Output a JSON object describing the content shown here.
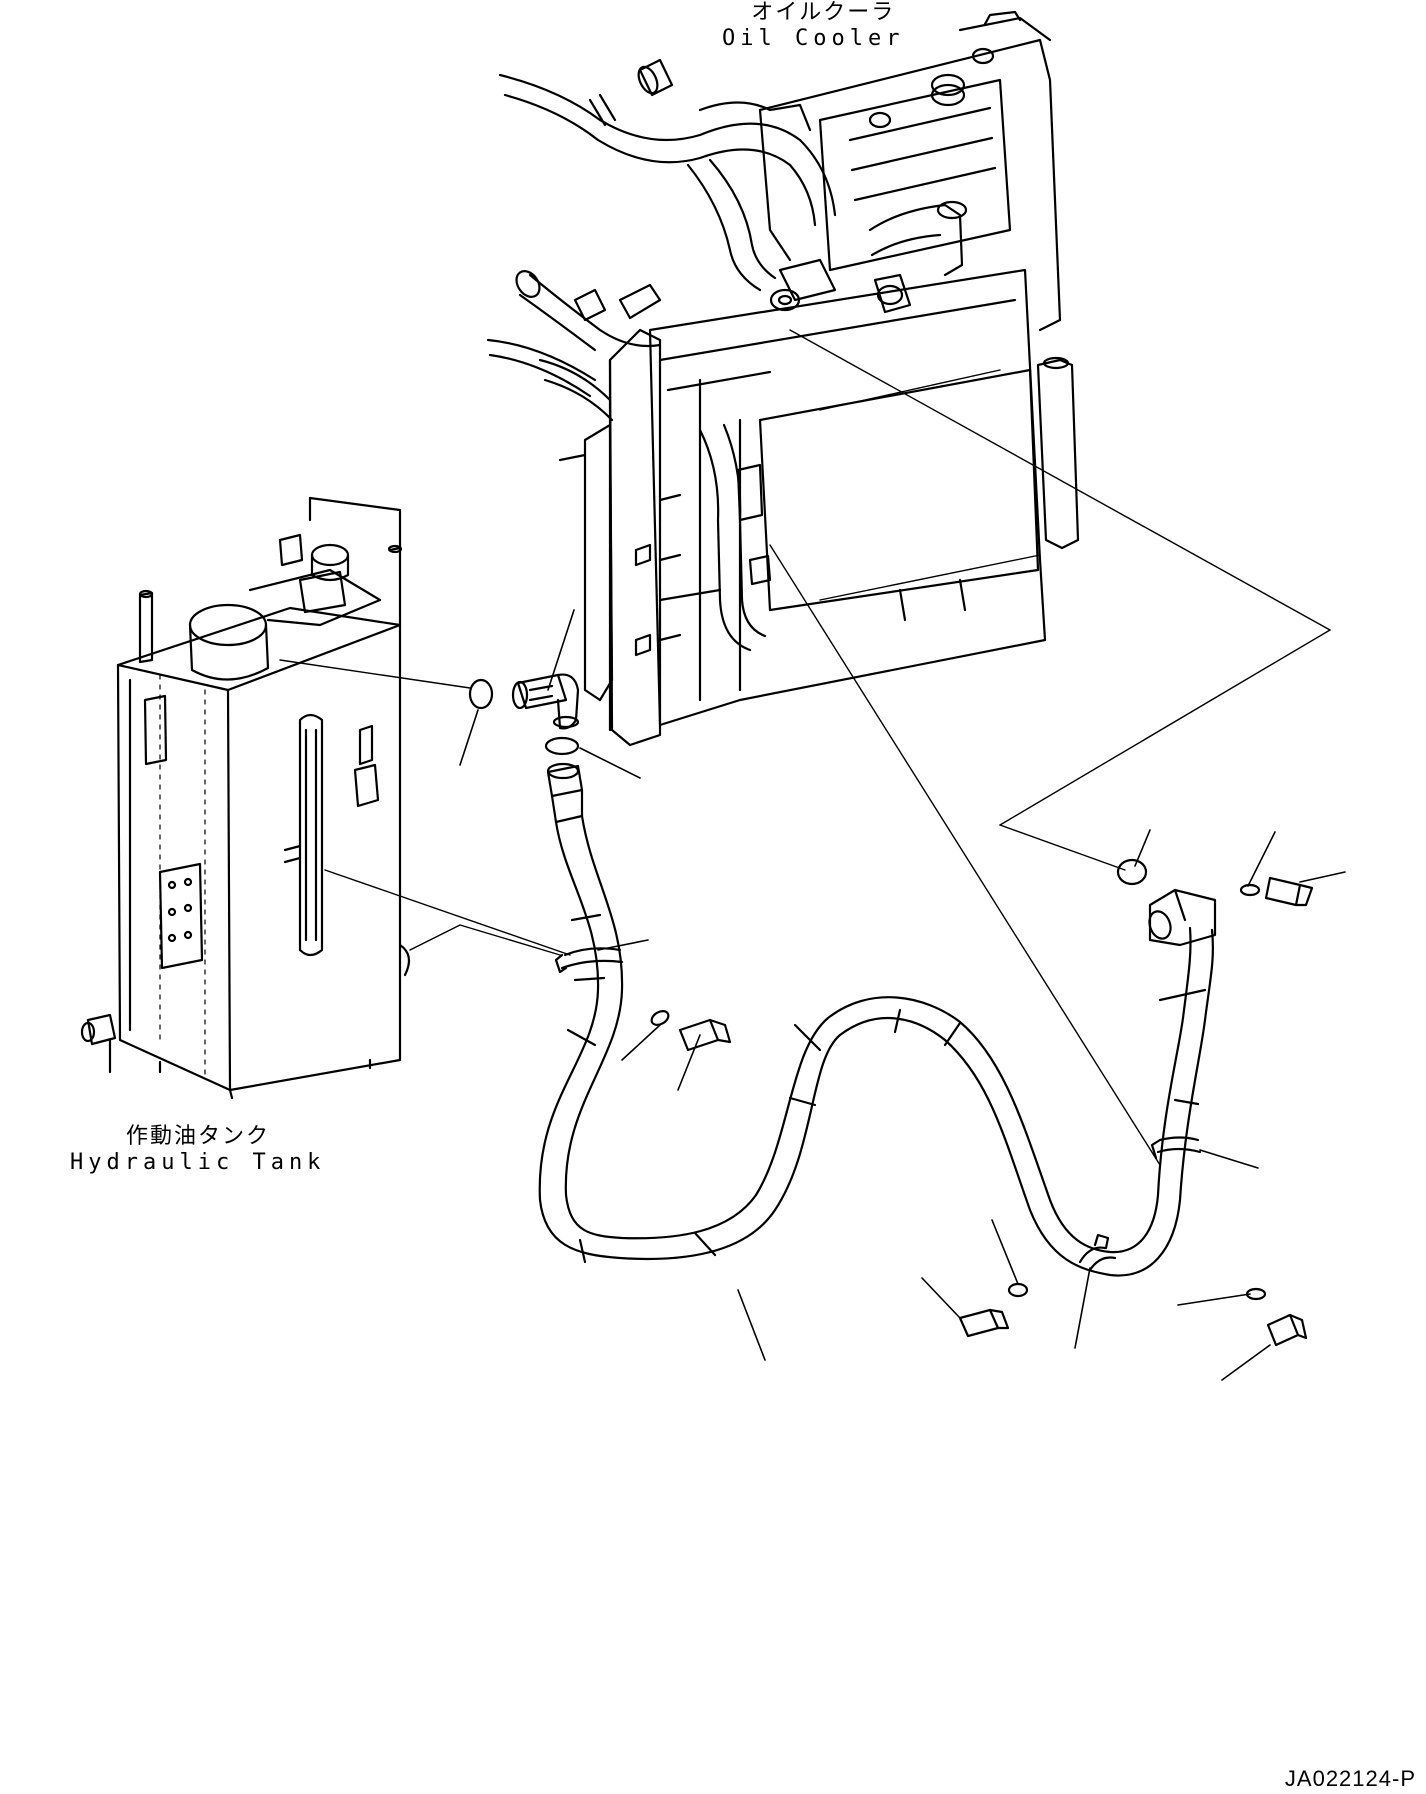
{
  "labels": {
    "oil_cooler_jp": "オイルクーラ",
    "oil_cooler_en": "Oil Cooler",
    "hydraulic_tank_jp": "作動油タンク",
    "hydraulic_tank_en": "Hydraulic Tank"
  },
  "drawing_code": "JA022124-P",
  "colors": {
    "line": "#000000",
    "background": "#ffffff"
  }
}
